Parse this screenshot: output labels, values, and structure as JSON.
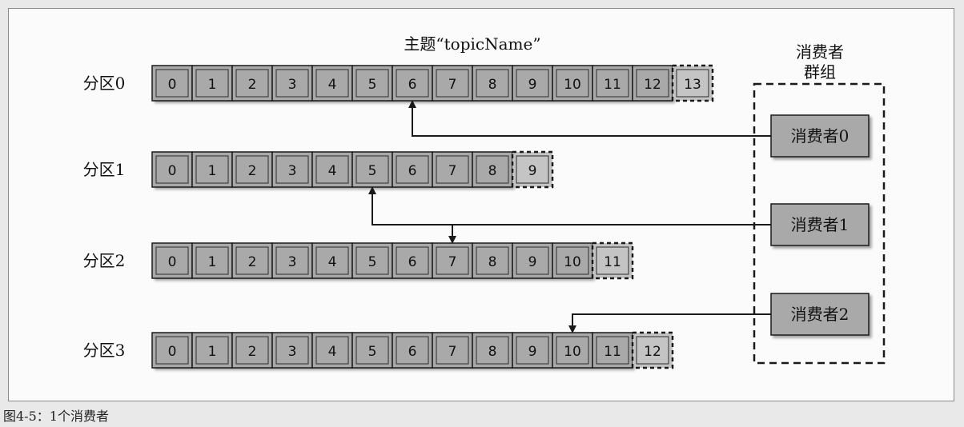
{
  "title": "主题“topicName”",
  "group_label_line1": "消费者",
  "group_label_line2": "群组",
  "partitions": [
    {
      "label": "分区0",
      "offsets": [
        "0",
        "1",
        "2",
        "3",
        "4",
        "5",
        "6",
        "7",
        "8",
        "9",
        "10",
        "11",
        "12",
        "13"
      ],
      "pending_offset": "13"
    },
    {
      "label": "分区1",
      "offsets": [
        "0",
        "1",
        "2",
        "3",
        "4",
        "5",
        "6",
        "7",
        "8",
        "9"
      ],
      "pending_offset": "9"
    },
    {
      "label": "分区2",
      "offsets": [
        "0",
        "1",
        "2",
        "3",
        "4",
        "5",
        "6",
        "7",
        "8",
        "9",
        "10",
        "11"
      ],
      "pending_offset": "11"
    },
    {
      "label": "分区3",
      "offsets": [
        "0",
        "1",
        "2",
        "3",
        "4",
        "5",
        "6",
        "7",
        "8",
        "9",
        "10",
        "11",
        "12"
      ],
      "pending_offset": "12"
    }
  ],
  "consumers": [
    {
      "label": "消费者0",
      "reads": [
        {
          "partition": 0,
          "offset": "6"
        }
      ]
    },
    {
      "label": "消费者1",
      "reads": [
        {
          "partition": 1,
          "offset": "5"
        },
        {
          "partition": 2,
          "offset": "7"
        }
      ]
    },
    {
      "label": "消费者2",
      "reads": [
        {
          "partition": 3,
          "offset": "10"
        }
      ]
    }
  ],
  "caption": "图4-5：1个消费者",
  "colors": {
    "cell_fill": "#a9a9a9",
    "cell_fill_light": "#c4c4c4",
    "stroke": "#1a1a1a",
    "frame": "#fbfbfb"
  }
}
